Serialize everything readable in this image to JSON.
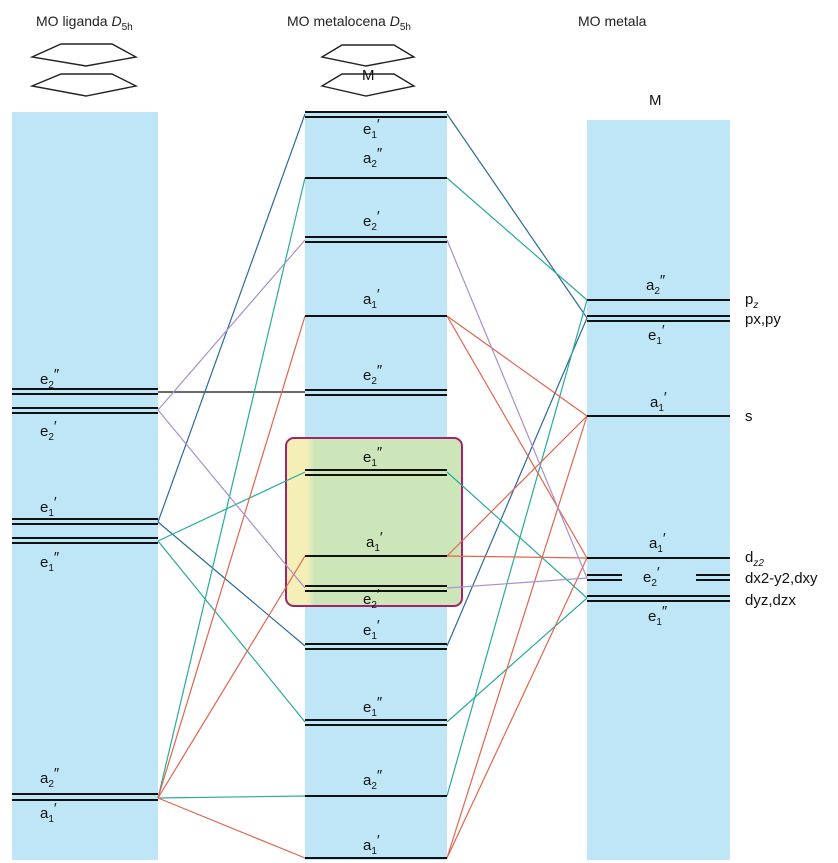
{
  "titles": {
    "ligand": {
      "text": "MO liganda ",
      "italic": "D",
      "sub": "5h"
    },
    "metallocene": {
      "text": "MO metalocena ",
      "italic": "D",
      "sub": "5h"
    },
    "metal": {
      "text": "MO metala"
    }
  },
  "metal_symbol": "M",
  "metal_column_label": "M",
  "ligand_levels": [
    {
      "id": "L_e2pp",
      "base": "e",
      "sub": "2",
      "prime": "″"
    },
    {
      "id": "L_e2p",
      "base": "e",
      "sub": "2",
      "prime": "′"
    },
    {
      "id": "L_e1p",
      "base": "e",
      "sub": "1",
      "prime": "′"
    },
    {
      "id": "L_e1pp",
      "base": "e",
      "sub": "1",
      "prime": "″"
    },
    {
      "id": "L_a2pp",
      "base": "a",
      "sub": "2",
      "prime": "″"
    },
    {
      "id": "L_a1p",
      "base": "a",
      "sub": "1",
      "prime": "′"
    }
  ],
  "metallocene_levels": [
    {
      "id": "C_e1p_top",
      "base": "e",
      "sub": "1",
      "prime": "′"
    },
    {
      "id": "C_a2pp_top",
      "base": "a",
      "sub": "2",
      "prime": "″"
    },
    {
      "id": "C_e2p_top",
      "base": "e",
      "sub": "2",
      "prime": "′"
    },
    {
      "id": "C_a1p_top",
      "base": "a",
      "sub": "1",
      "prime": "′"
    },
    {
      "id": "C_e2pp",
      "base": "e",
      "sub": "2",
      "prime": "″"
    },
    {
      "id": "C_e1pp_mid",
      "base": "e",
      "sub": "1",
      "prime": "″"
    },
    {
      "id": "C_a1p_mid",
      "base": "a",
      "sub": "1",
      "prime": "′"
    },
    {
      "id": "C_e2p_mid",
      "base": "e",
      "sub": "2",
      "prime": "′"
    },
    {
      "id": "C_e1p_low",
      "base": "e",
      "sub": "1",
      "prime": "′"
    },
    {
      "id": "C_e1pp_low",
      "base": "e",
      "sub": "1",
      "prime": "″"
    },
    {
      "id": "C_a2pp_low",
      "base": "a",
      "sub": "2",
      "prime": "″"
    },
    {
      "id": "C_a1p_low",
      "base": "a",
      "sub": "1",
      "prime": "′"
    }
  ],
  "metal_levels": [
    {
      "id": "M_a2pp",
      "base": "a",
      "sub": "2",
      "prime": "″",
      "orbital": "p",
      "orbital_sub": "z"
    },
    {
      "id": "M_e1p",
      "base": "e",
      "sub": "1",
      "prime": "′",
      "orbital": "px,py"
    },
    {
      "id": "M_a1p_s",
      "base": "a",
      "sub": "1",
      "prime": "′",
      "orbital": "s"
    },
    {
      "id": "M_a1p_d",
      "base": "a",
      "sub": "1",
      "prime": "′",
      "orbital": "d",
      "orbital_sub": "z2"
    },
    {
      "id": "M_e2p",
      "base": "e",
      "sub": "2",
      "prime": "′",
      "orbital": "dx2-y2,dxy"
    },
    {
      "id": "M_e1pp",
      "base": "e",
      "sub": "1",
      "prime": "″",
      "orbital": "dyz,dzx"
    }
  ],
  "colors": {
    "column_fill": "#bfe6f7",
    "highlight_border": "#a0246a",
    "highlight_fill_left": "#f3efb6",
    "highlight_fill_right": "#cde6b9",
    "line_blue": "#2c6a99",
    "line_teal": "#2aaa9a",
    "line_red": "#e0654e",
    "line_purple": "#a98fcf",
    "line_black": "#111111"
  }
}
